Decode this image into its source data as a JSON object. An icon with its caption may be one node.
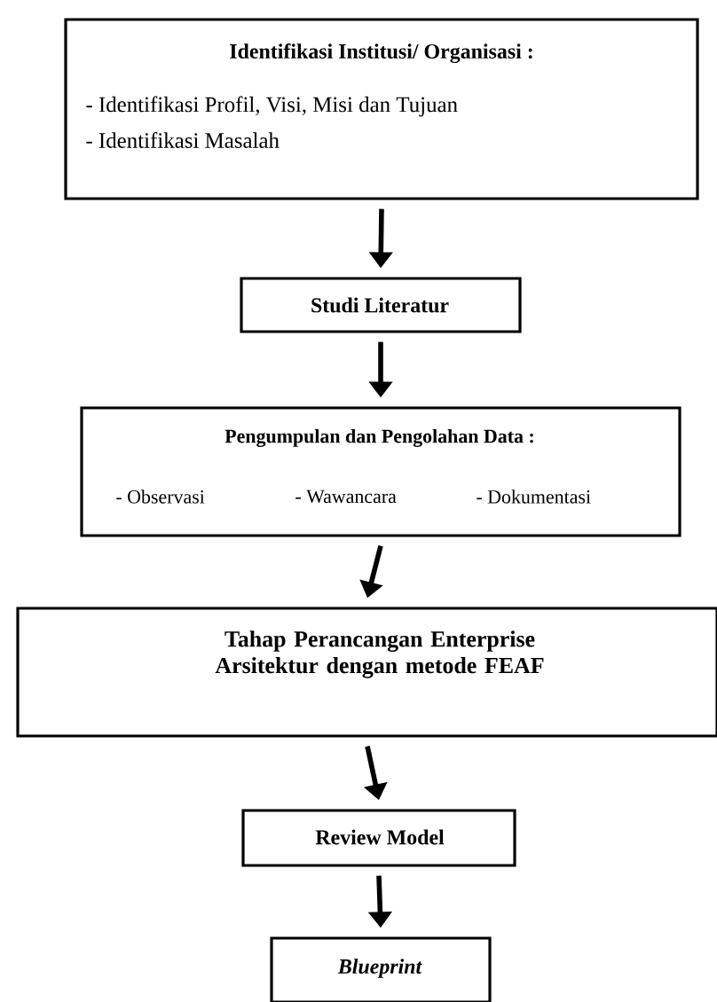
{
  "diagram": {
    "nodes": [
      {
        "text": [
          "Identifikasi Institusi/ Organisasi :",
          "- Identifikasi Profil, Visi, Misi dan Tujuan",
          "- Identifikasi Masalah"
        ]
      },
      {
        "text": [
          "Studi Literatur"
        ]
      },
      {
        "text": [
          "Pengumpulan dan Pengolahan Data :",
          "- Observasi",
          "- Wawancara",
          "- Dokumentasi"
        ]
      },
      {
        "text": [
          "Tahap Perancangan Enterprise Arsitektur dengan metode FEAF"
        ]
      },
      {
        "text": [
          "Review Model"
        ]
      },
      {
        "text": [
          "Blueprint"
        ]
      }
    ],
    "edges": [
      {
        "from": 0,
        "to": 1,
        "arrow": "to"
      },
      {
        "from": 1,
        "to": 2,
        "arrow": "to"
      },
      {
        "from": 2,
        "to": 3,
        "arrow": "to"
      },
      {
        "from": 3,
        "to": 4,
        "arrow": "to"
      },
      {
        "from": 4,
        "to": 5,
        "arrow": "to"
      }
    ]
  }
}
